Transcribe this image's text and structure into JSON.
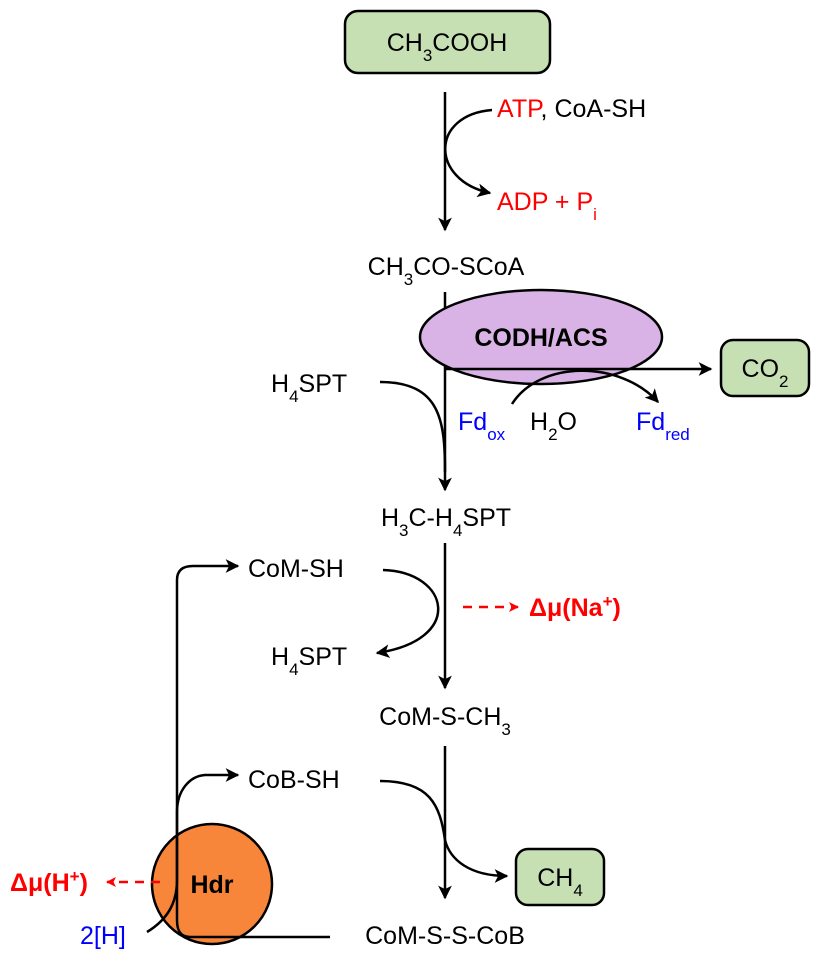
{
  "colors": {
    "product_box": "#c6e0b4",
    "enzyme_codh": "#d9b3e6",
    "enzyme_hdr": "#f7863a",
    "energy_red": "#ff0000",
    "electron_blue": "#0000ff"
  },
  "compounds": {
    "acetate": "CH3COOH",
    "acetyl_coa": "CH3CO-SCoA",
    "h4spt_in": "H4SPT",
    "methyl_h4spt": "H3C-H4SPT",
    "com_sh": "CoM-SH",
    "h4spt_out": "H4SPT",
    "methyl_com": "CoM-S-CH3",
    "cob_sh": "CoB-SH",
    "heterodisulfide": "CoM-S-S-CoB",
    "co2": "CO2",
    "ch4": "CH4"
  },
  "cofactors": {
    "atp": "ATP",
    "coa_sh": ", CoA-SH",
    "adp_pi": "ADP + Pi",
    "fd_ox": "Fdox",
    "h2o": "H2O",
    "fd_red": "Fdred",
    "two_h": "2[H]"
  },
  "enzymes": {
    "codh_acs": "CODH/ACS",
    "hdr": "Hdr"
  },
  "gradients": {
    "sodium": "Δμ(Na+)",
    "proton": "Δμ(H+)"
  }
}
